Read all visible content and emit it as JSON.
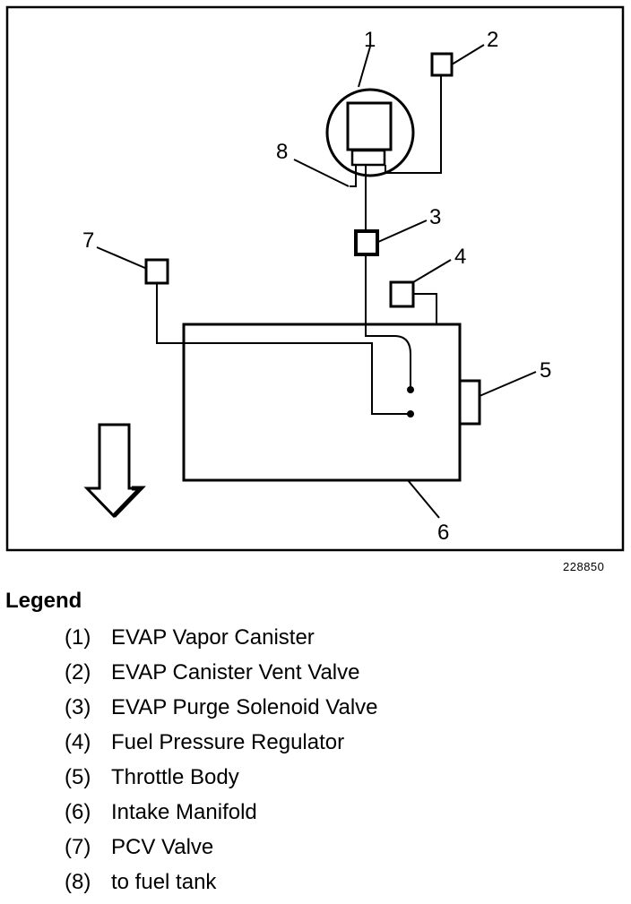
{
  "diagram": {
    "callouts": [
      "1",
      "2",
      "3",
      "4",
      "5",
      "6",
      "7",
      "8"
    ],
    "figure_id": "228850"
  },
  "legend": {
    "title": "Legend",
    "items": [
      {
        "num": "(1)",
        "label": "EVAP Vapor Canister"
      },
      {
        "num": "(2)",
        "label": "EVAP Canister Vent Valve"
      },
      {
        "num": "(3)",
        "label": "EVAP Purge Solenoid Valve"
      },
      {
        "num": "(4)",
        "label": "Fuel Pressure Regulator"
      },
      {
        "num": "(5)",
        "label": "Throttle Body"
      },
      {
        "num": "(6)",
        "label": "Intake Manifold"
      },
      {
        "num": "(7)",
        "label": "PCV Valve"
      },
      {
        "num": "(8)",
        "label": "to fuel tank"
      }
    ]
  }
}
